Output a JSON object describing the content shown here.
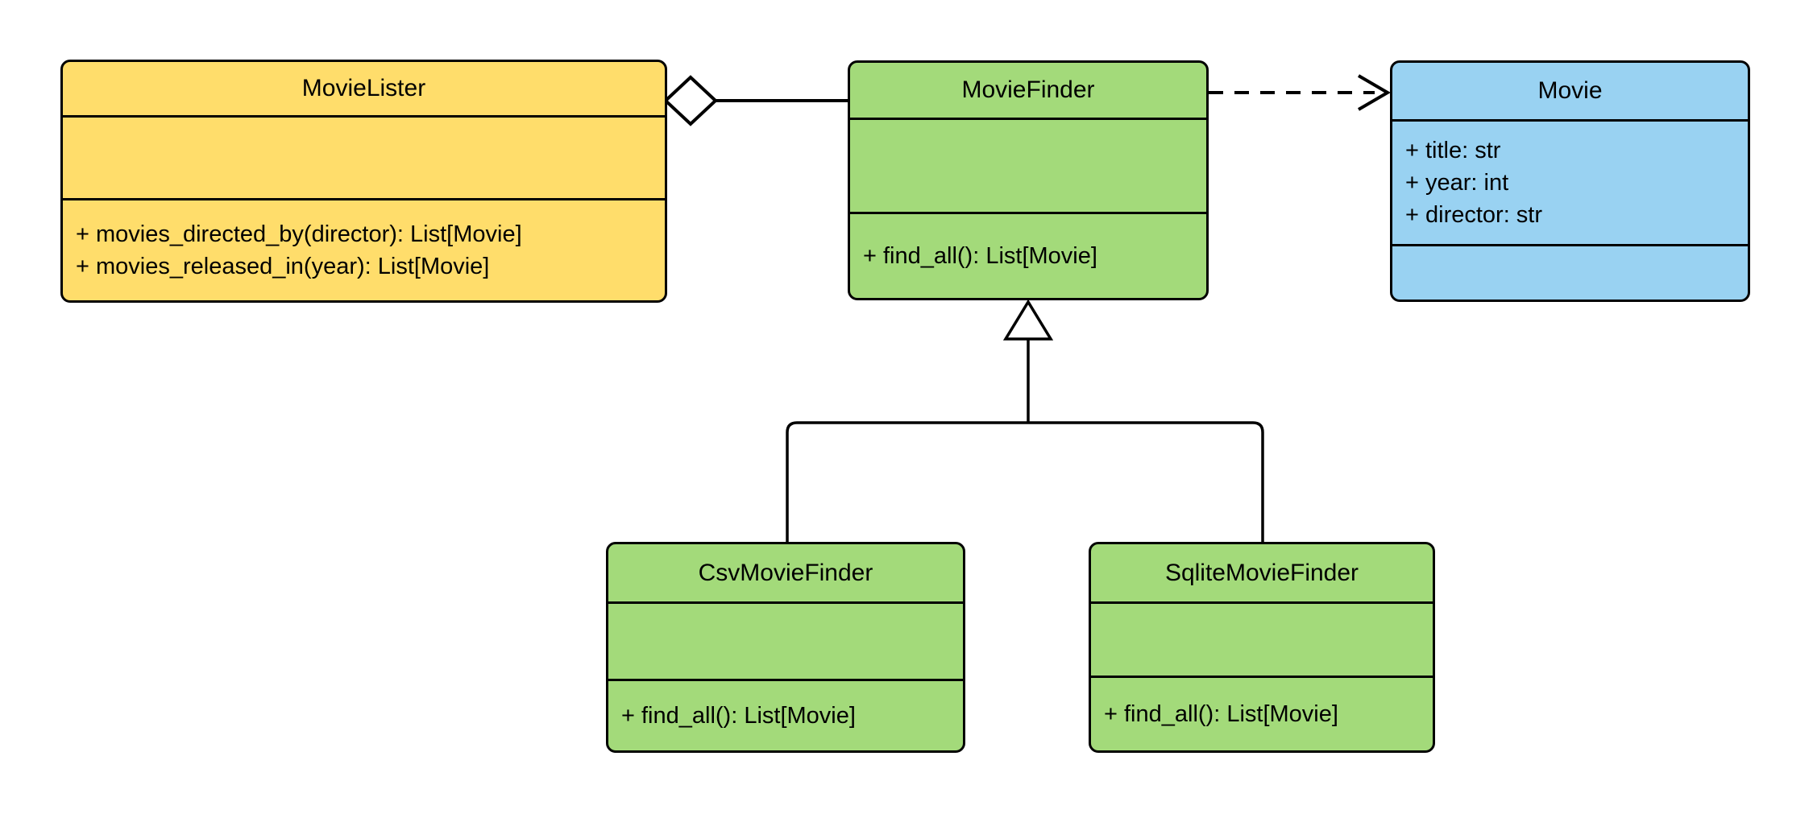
{
  "classes": {
    "movie_lister": {
      "name": "MovieLister",
      "attributes": [],
      "methods": [
        "+ movies_directed_by(director): List[Movie]",
        "+ movies_released_in(year): List[Movie]"
      ]
    },
    "movie_finder": {
      "name": "MovieFinder",
      "attributes": [],
      "methods": [
        "+ find_all(): List[Movie]"
      ]
    },
    "movie": {
      "name": "Movie",
      "attributes": [
        "+ title: str",
        "+ year: int",
        "+ director: str"
      ],
      "methods": []
    },
    "csv_movie_finder": {
      "name": "CsvMovieFinder",
      "attributes": [],
      "methods": [
        "+ find_all(): List[Movie]"
      ]
    },
    "sqlite_movie_finder": {
      "name": "SqliteMovieFinder",
      "attributes": [],
      "methods": [
        "+ find_all(): List[Movie]"
      ]
    }
  },
  "relationships": [
    {
      "type": "aggregation",
      "owner": "MovieLister",
      "part": "MovieFinder"
    },
    {
      "type": "dependency",
      "from": "MovieFinder",
      "to": "Movie"
    },
    {
      "type": "inheritance",
      "child": "CsvMovieFinder",
      "parent": "MovieFinder"
    },
    {
      "type": "inheritance",
      "child": "SqliteMovieFinder",
      "parent": "MovieFinder"
    }
  ],
  "colors": {
    "yellow": "#FFDD6B",
    "green": "#A3DA7A",
    "blue": "#99D2F2",
    "stroke": "#000000",
    "canvas": "#FFFFFF"
  }
}
